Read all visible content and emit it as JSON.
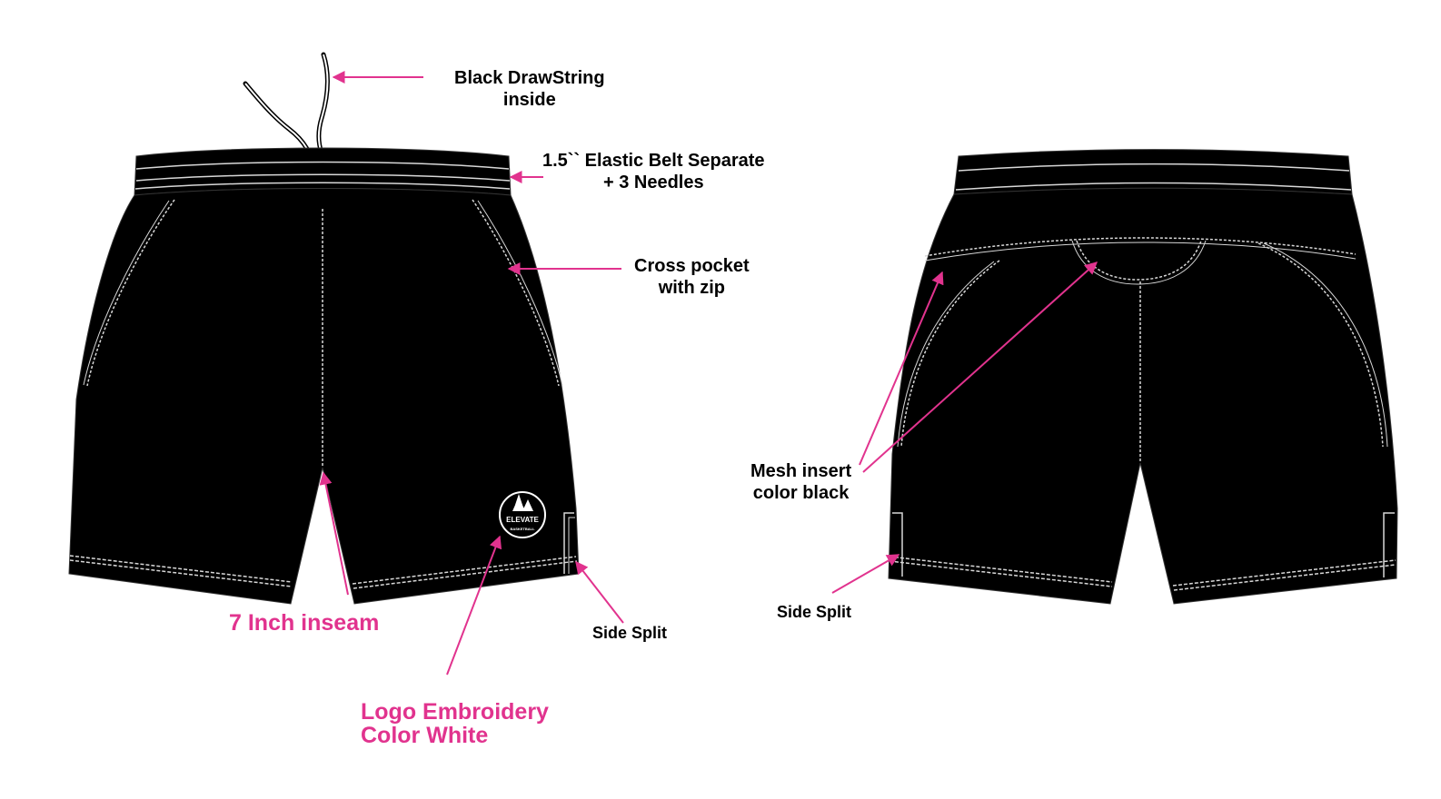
{
  "labels": {
    "drawstring": [
      "Black DrawString",
      "inside"
    ],
    "elastic": [
      "1.5`` Elastic Belt Separate",
      "+ 3 Needles"
    ],
    "pocket": [
      "Cross pocket",
      "with zip"
    ],
    "inseam": "7 Inch inseam",
    "logo": [
      "Logo Embroidery",
      "Color White"
    ],
    "side_split_front": "Side Split",
    "mesh": [
      "Mesh insert",
      "color black"
    ],
    "side_split_back": "Side Split"
  },
  "logo_mark": {
    "text": "ELEVATE",
    "subtext": "BASKETBALL"
  },
  "colors": {
    "garment": "#000000",
    "stitch": "#d8d8d8",
    "accent": "#e1338e",
    "text": "#000000"
  }
}
